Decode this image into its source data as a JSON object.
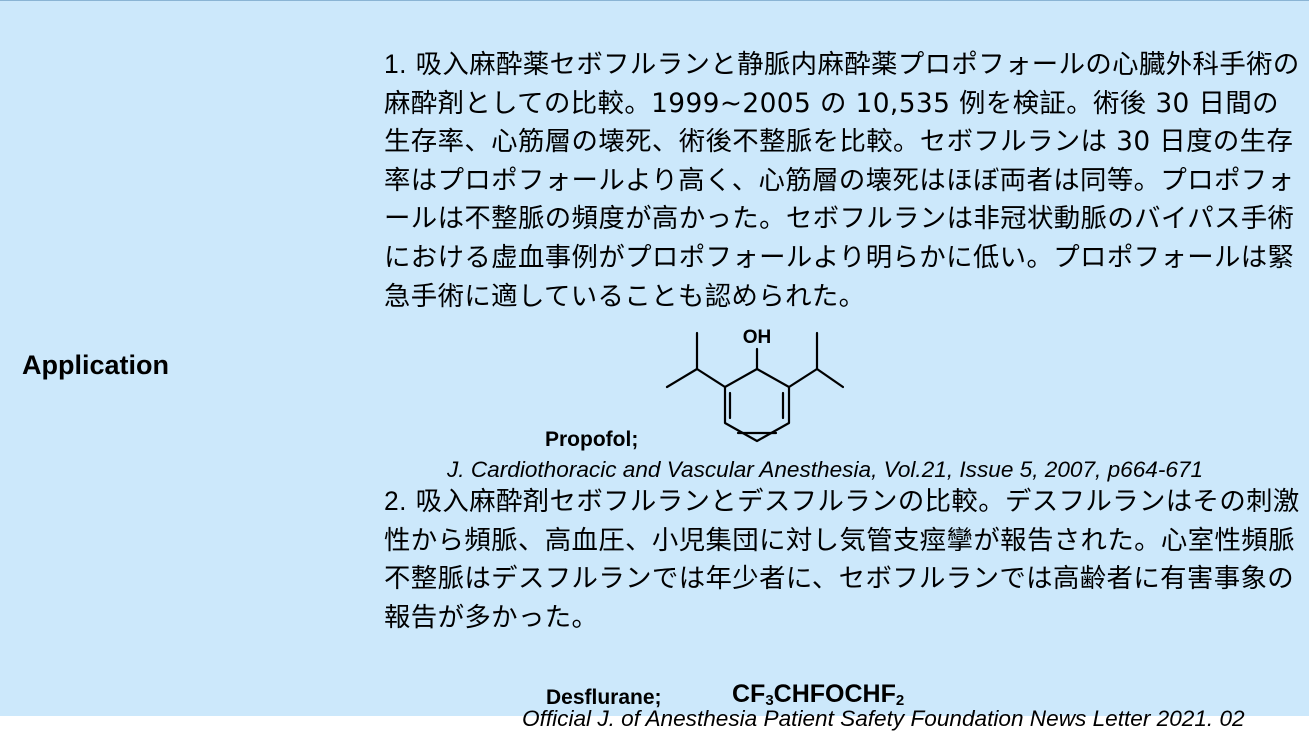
{
  "row": {
    "label": "Application"
  },
  "entry1": {
    "number": "1.",
    "text": "吸入麻酔薬セボフルランと静脈内麻酔薬プロポフォールの心臓外科手術の麻酔剤としての比較。1999~2005 の 10,535 例を検証。術後 30 日間の生存率、心筋層の壊死、術後不整脈を比較。セボフルランは 30 日度の生存率はプロポフォールより高く、心筋層の壊死はほぼ両者は同等。プロポフォールは不整脈の頻度が高かった。セボフルランは非冠状動脈のバイパス手術における虚血事例がプロポフォールより明らかに低い。プロポフォールは緊急手術に適していることも認められた。",
    "structure_atom": "OH",
    "compound_name": "Propofol;",
    "citation": "J. Cardiothoracic and Vascular Anesthesia, Vol.21, Issue 5, 2007, p664-671"
  },
  "entry2": {
    "number": "2.",
    "text": "吸入麻酔剤セボフルランとデスフルランの比較。デスフルランはその刺激性から頻脈、高血圧、小児集団に対し気管支痙攣が報告された。心室性頻脈不整脈はデスフルランでは年少者に、セボフルランでは高齢者に有害事象の報告が多かった。",
    "compound_name": "Desflurane;",
    "formula": {
      "part1": "CF",
      "sub1": "3",
      "part2": "CHFOCHF",
      "sub2": "2"
    },
    "citation": "Official J. of Anesthesia Patient Safety Foundation News Letter 2021. 02"
  },
  "colors": {
    "background": "#cce8fb",
    "text": "#000000"
  }
}
